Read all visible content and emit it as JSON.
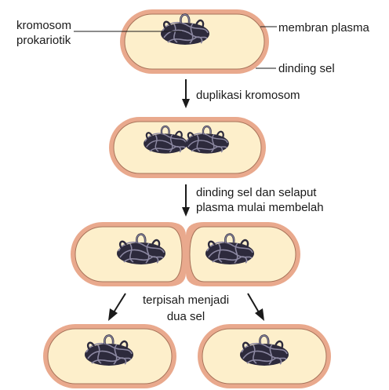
{
  "labels": {
    "chromosome_line1": "kromosom",
    "chromosome_line2": "prokariotik",
    "plasma_membrane": "membran plasma",
    "cell_wall": "dinding sel"
  },
  "steps": {
    "duplication": "duplikasi kromosom",
    "dividing_line1": "dinding sel dan selaput",
    "dividing_line2": "plasma mulai membelah",
    "separated_line1": "terpisah menjadi",
    "separated_line2": "dua sel"
  },
  "colors": {
    "cell_wall": "#E9A98D",
    "cytoplasm": "#FDEFCB",
    "membrane": "#A8745A",
    "chromosome_dark": "#2D2A3C",
    "chromosome_light": "#8C88A2",
    "line": "#1a1a1a"
  }
}
